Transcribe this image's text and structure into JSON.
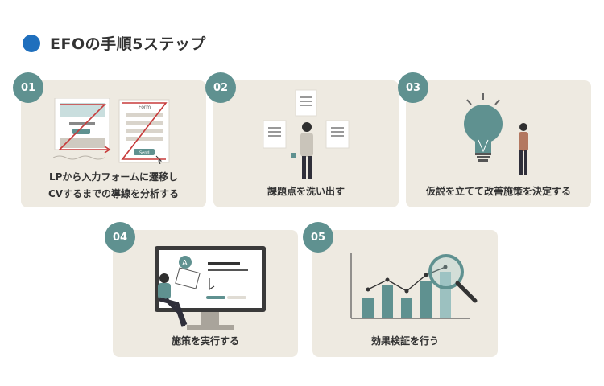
{
  "header": {
    "title": "EFOの手順5ステップ"
  },
  "colors": {
    "accent": "#1f6fbd",
    "badge": "#5f9190",
    "card": "#eeeae1"
  },
  "steps": [
    {
      "number": "01",
      "line1": "LPから入力フォームに遷移し",
      "line2": "CVするまでの導線を分析する",
      "form_word": "Form",
      "send_word": "Send"
    },
    {
      "number": "02",
      "line1": "課題点を洗い出す"
    },
    {
      "number": "03",
      "line1": "仮説を立てて改善施策を決定する"
    },
    {
      "number": "04",
      "line1": "施策を実行する",
      "letter": "A"
    },
    {
      "number": "05",
      "line1": "効果検証を行う"
    }
  ]
}
